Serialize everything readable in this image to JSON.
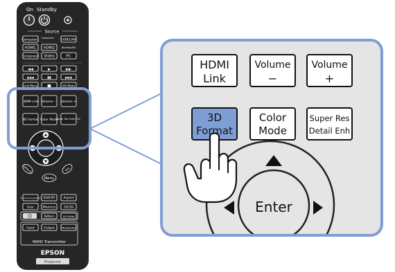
{
  "remote": {
    "top": {
      "on": "On",
      "standby": "Standby",
      "source": "Source"
    },
    "source_row1": [
      "Computer1",
      "Computer2",
      "USB/LAN"
    ],
    "source_row2": [
      "HDMI1",
      "HDMI2",
      "WirelessHD"
    ],
    "source_row3": [
      "Component",
      "Video",
      "PC"
    ],
    "transport_row1": [
      "◀◀",
      "▶",
      "▶▶"
    ],
    "transport_row2": [
      "▮◀◀",
      "▮▮",
      "▶▶▮"
    ],
    "transport_row3": [
      "Link Menu",
      "■",
      "A/V Mute"
    ],
    "fn_row1": [
      "HDMI Link",
      "Volume −",
      "Volume +"
    ],
    "fn_row2": [
      "3D Format",
      "Color Mode",
      "Super Res Detail Enh"
    ],
    "nav": {
      "enter": "Enter",
      "default": "Default",
      "menu": "Menu",
      "esc": "Esc"
    },
    "lower_row1": [
      "Frame Interpolation",
      "RGBCMY",
      "Aspect"
    ],
    "lower_row2": [
      "User",
      "Memory",
      "2D/3D"
    ],
    "lower_row3": [
      "Pattern",
      "A/V Mute"
    ],
    "lower_row4": [
      "Input",
      "Output",
      "WirelessHD"
    ],
    "transmitter_label": "WiHD Transmitter",
    "brand": "EPSON",
    "model": "Projector"
  },
  "callout": {
    "row1": [
      {
        "id": "hdmi-link",
        "lines": [
          "HDMI",
          "Link"
        ]
      },
      {
        "id": "volume-down",
        "lines": [
          "Volume",
          "−"
        ]
      },
      {
        "id": "volume-up",
        "lines": [
          "Volume",
          "+"
        ]
      }
    ],
    "row2": [
      {
        "id": "3d-format",
        "lines": [
          "3D",
          "Format"
        ],
        "highlighted": true
      },
      {
        "id": "color-mode",
        "lines": [
          "Color",
          "Mode"
        ]
      },
      {
        "id": "super-res",
        "lines": [
          "Super Res",
          "Detail Enh"
        ]
      }
    ],
    "enter_label": "Enter",
    "highlight_color": "#7f9ed6",
    "frame_color": "#7f9ed6"
  }
}
